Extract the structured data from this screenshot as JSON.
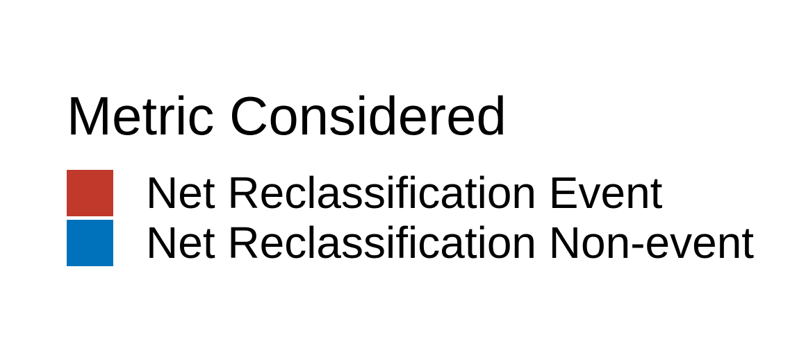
{
  "chart_data": {
    "type": "bar",
    "legend": {
      "title": "Metric Considered",
      "entries": [
        {
          "label": "Net Reclassification Event",
          "color": "#C0392B"
        },
        {
          "label": "Net Reclassification Non-event",
          "color": "#0072BB"
        }
      ]
    }
  }
}
